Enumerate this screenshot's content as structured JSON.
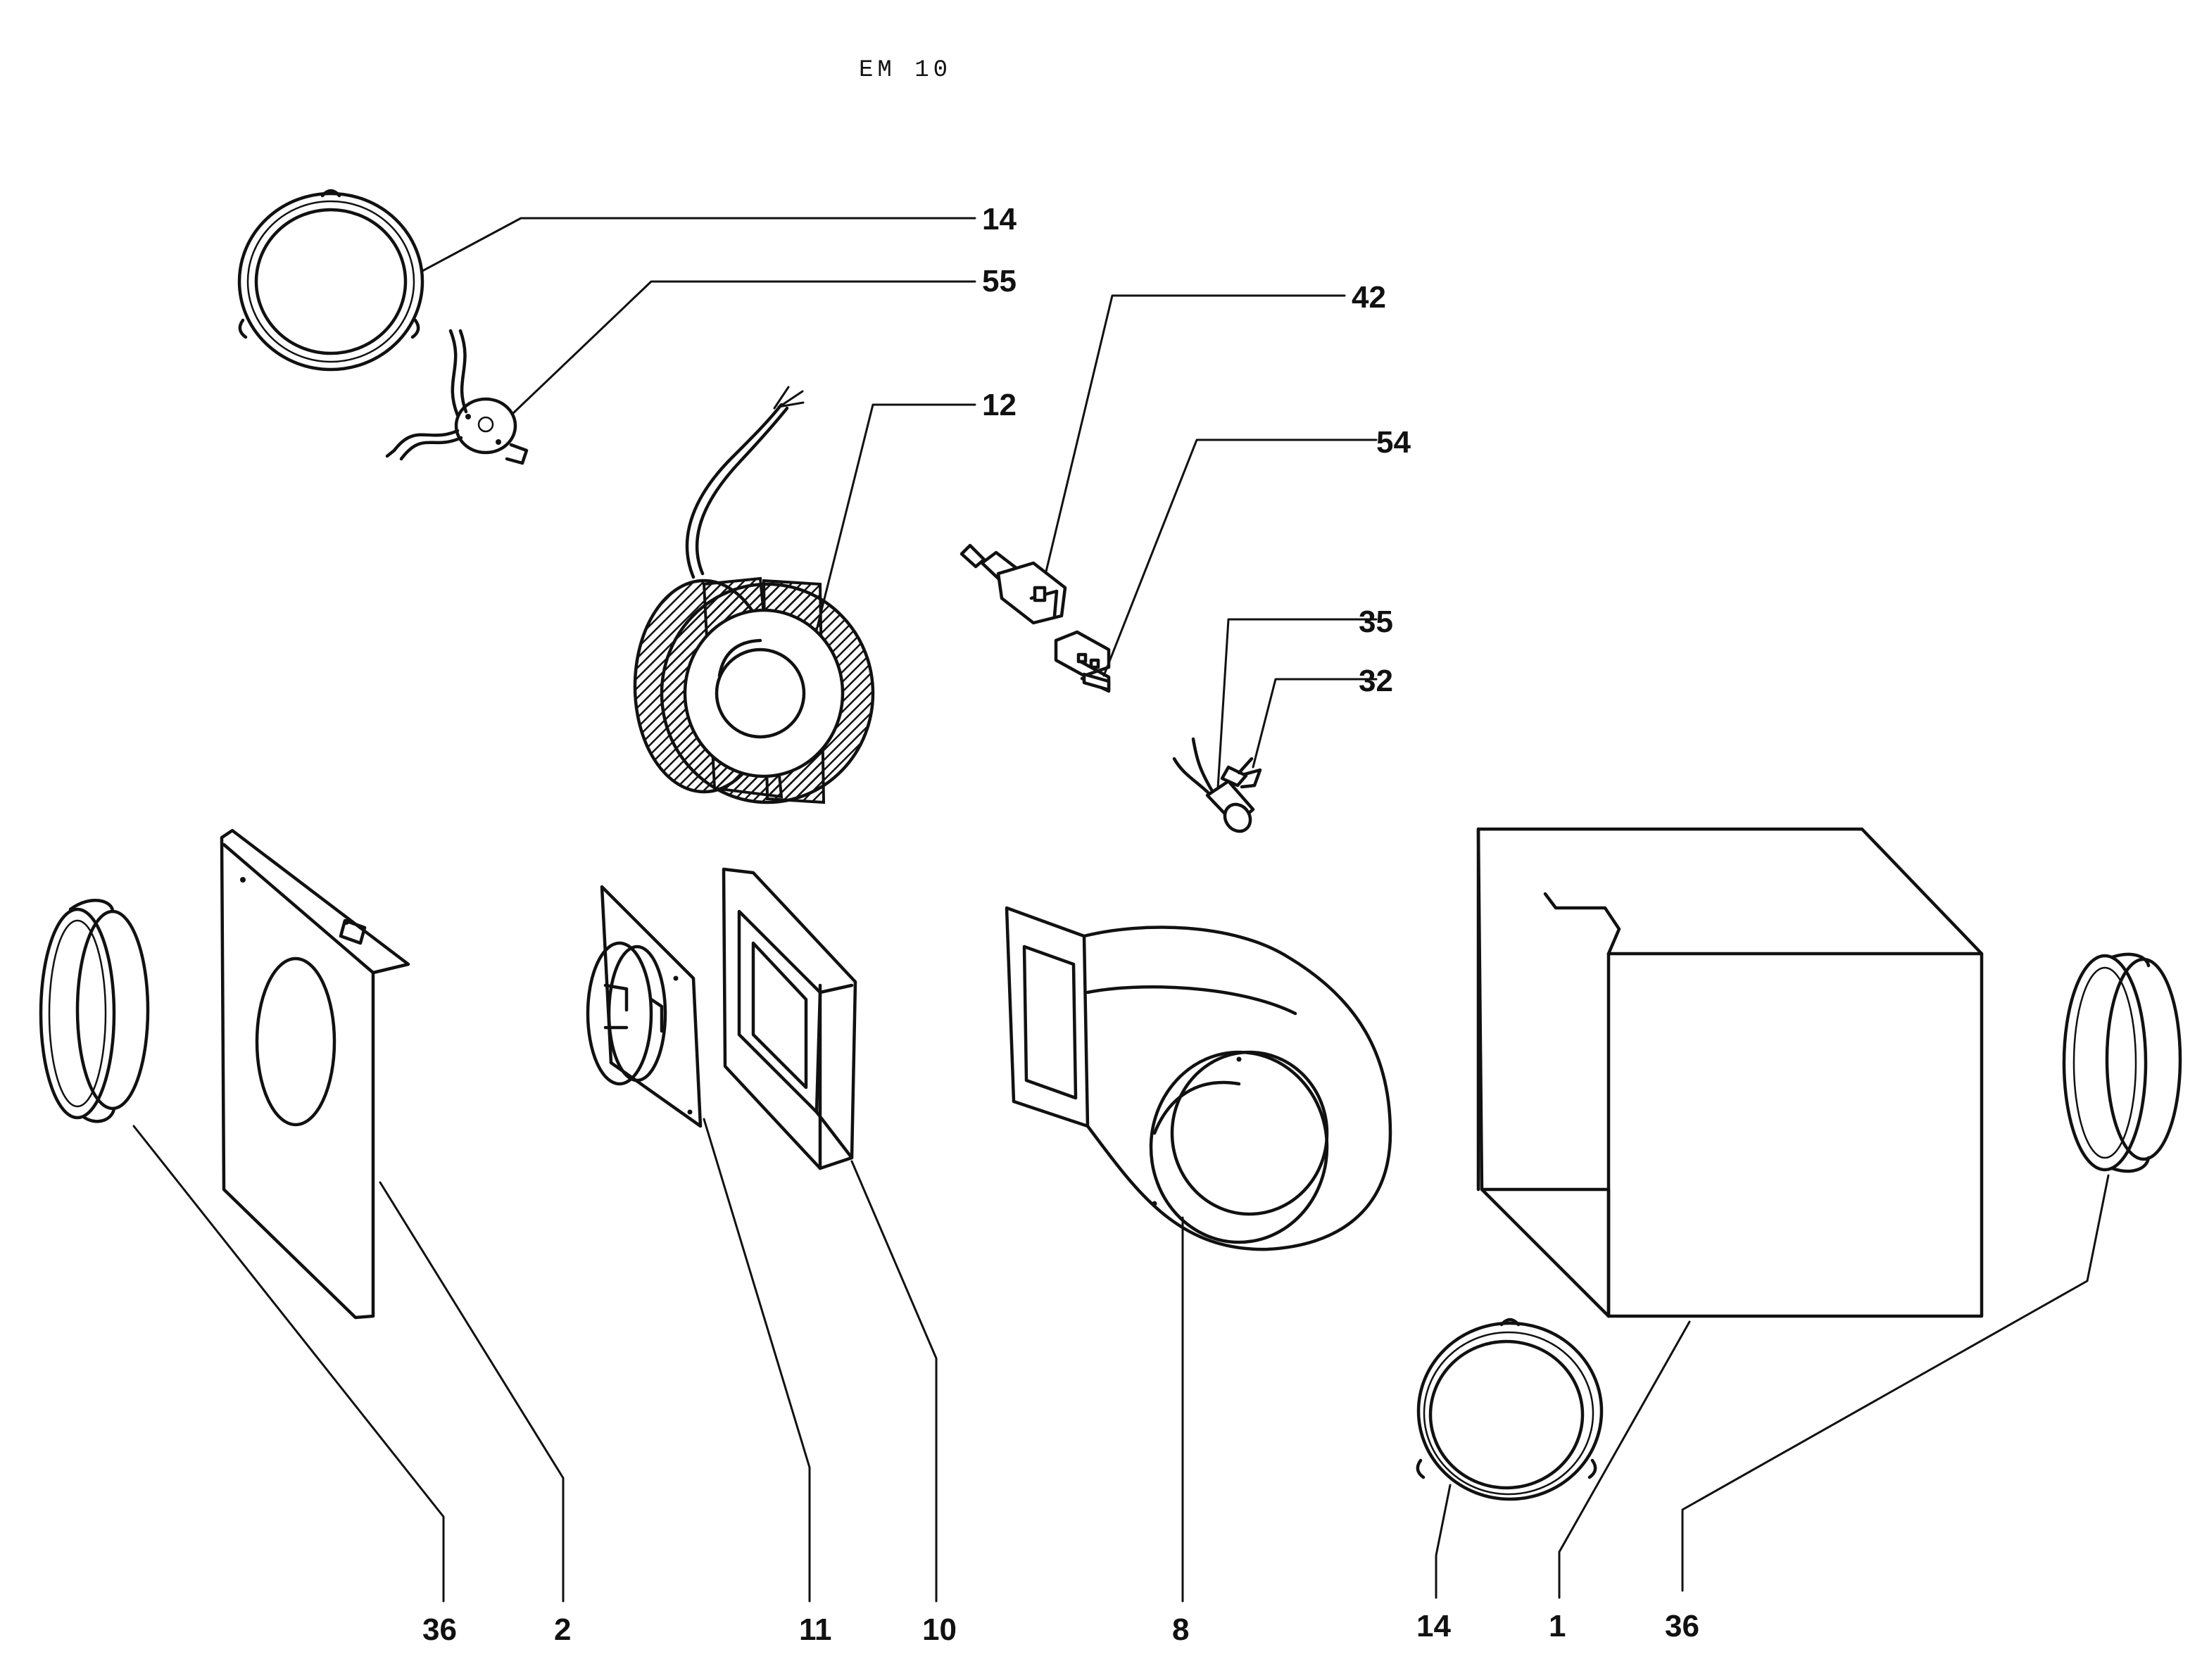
{
  "title": "EM 10",
  "callouts": {
    "c14_top": "14",
    "c55": "55",
    "c42": "42",
    "c12": "12",
    "c54": "54",
    "c35": "35",
    "c32": "32",
    "c36_left": "36",
    "c2": "2",
    "c11": "11",
    "c10": "10",
    "c8": "8",
    "c14_bottom": "14",
    "c1": "1",
    "c36_right": "36"
  }
}
